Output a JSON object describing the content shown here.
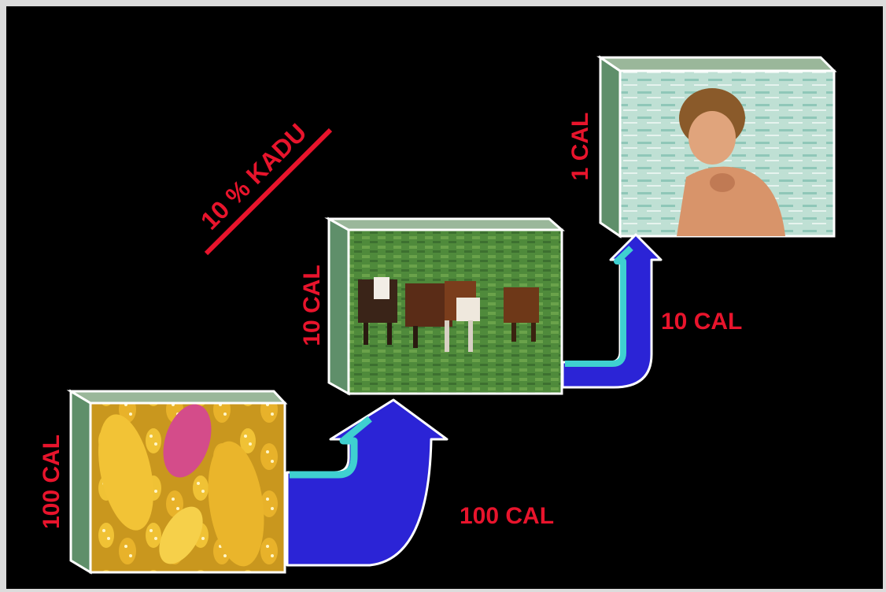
{
  "labels": {
    "kadu": "10 % KADU",
    "box_corn": "100 CAL",
    "box_cattle": "10 CAL",
    "box_child": "1 CAL",
    "flow_corn_to_cattle": "100 CAL",
    "flow_cattle_to_child": "10 CAL"
  },
  "colors": {
    "text": "#e8142c",
    "arrow_main": "#2b24d6",
    "arrow_highlight": "#3fd0d0",
    "outline": "#ffffff",
    "box_side": "#5f8f6a",
    "box_top": "#9ab79a",
    "background": "#000000",
    "frame": "#dcdcdc"
  },
  "boxes": [
    {
      "id": "corn",
      "picture": "corn-cobs"
    },
    {
      "id": "cattle",
      "picture": "grazing-cattle"
    },
    {
      "id": "child",
      "picture": "child-eating"
    }
  ]
}
